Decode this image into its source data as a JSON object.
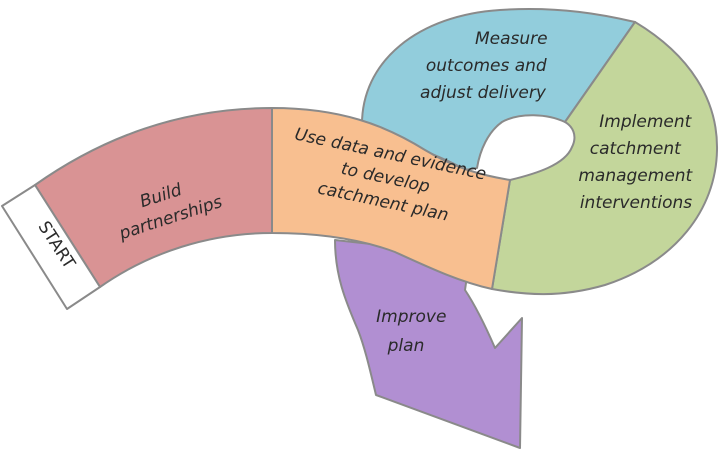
{
  "start_label": "START",
  "steps": {
    "build": {
      "lines": [
        "Build",
        "partnerships"
      ],
      "color": "#d99394"
    },
    "use_data": {
      "lines": [
        "Use data and evidence",
        "to develop",
        "catchment plan"
      ],
      "color": "#f8bf90"
    },
    "measure": {
      "lines": [
        "Measure",
        "outcomes and",
        "adjust delivery"
      ],
      "color": "#92cddc"
    },
    "implement": {
      "lines": [
        "Implement",
        "catchment",
        "management",
        "interventions"
      ],
      "color": "#c3d69b"
    },
    "improve": {
      "lines": [
        "Improve",
        "plan"
      ],
      "color": "#b18fd2"
    }
  },
  "outline_color": "#8a8a8a"
}
